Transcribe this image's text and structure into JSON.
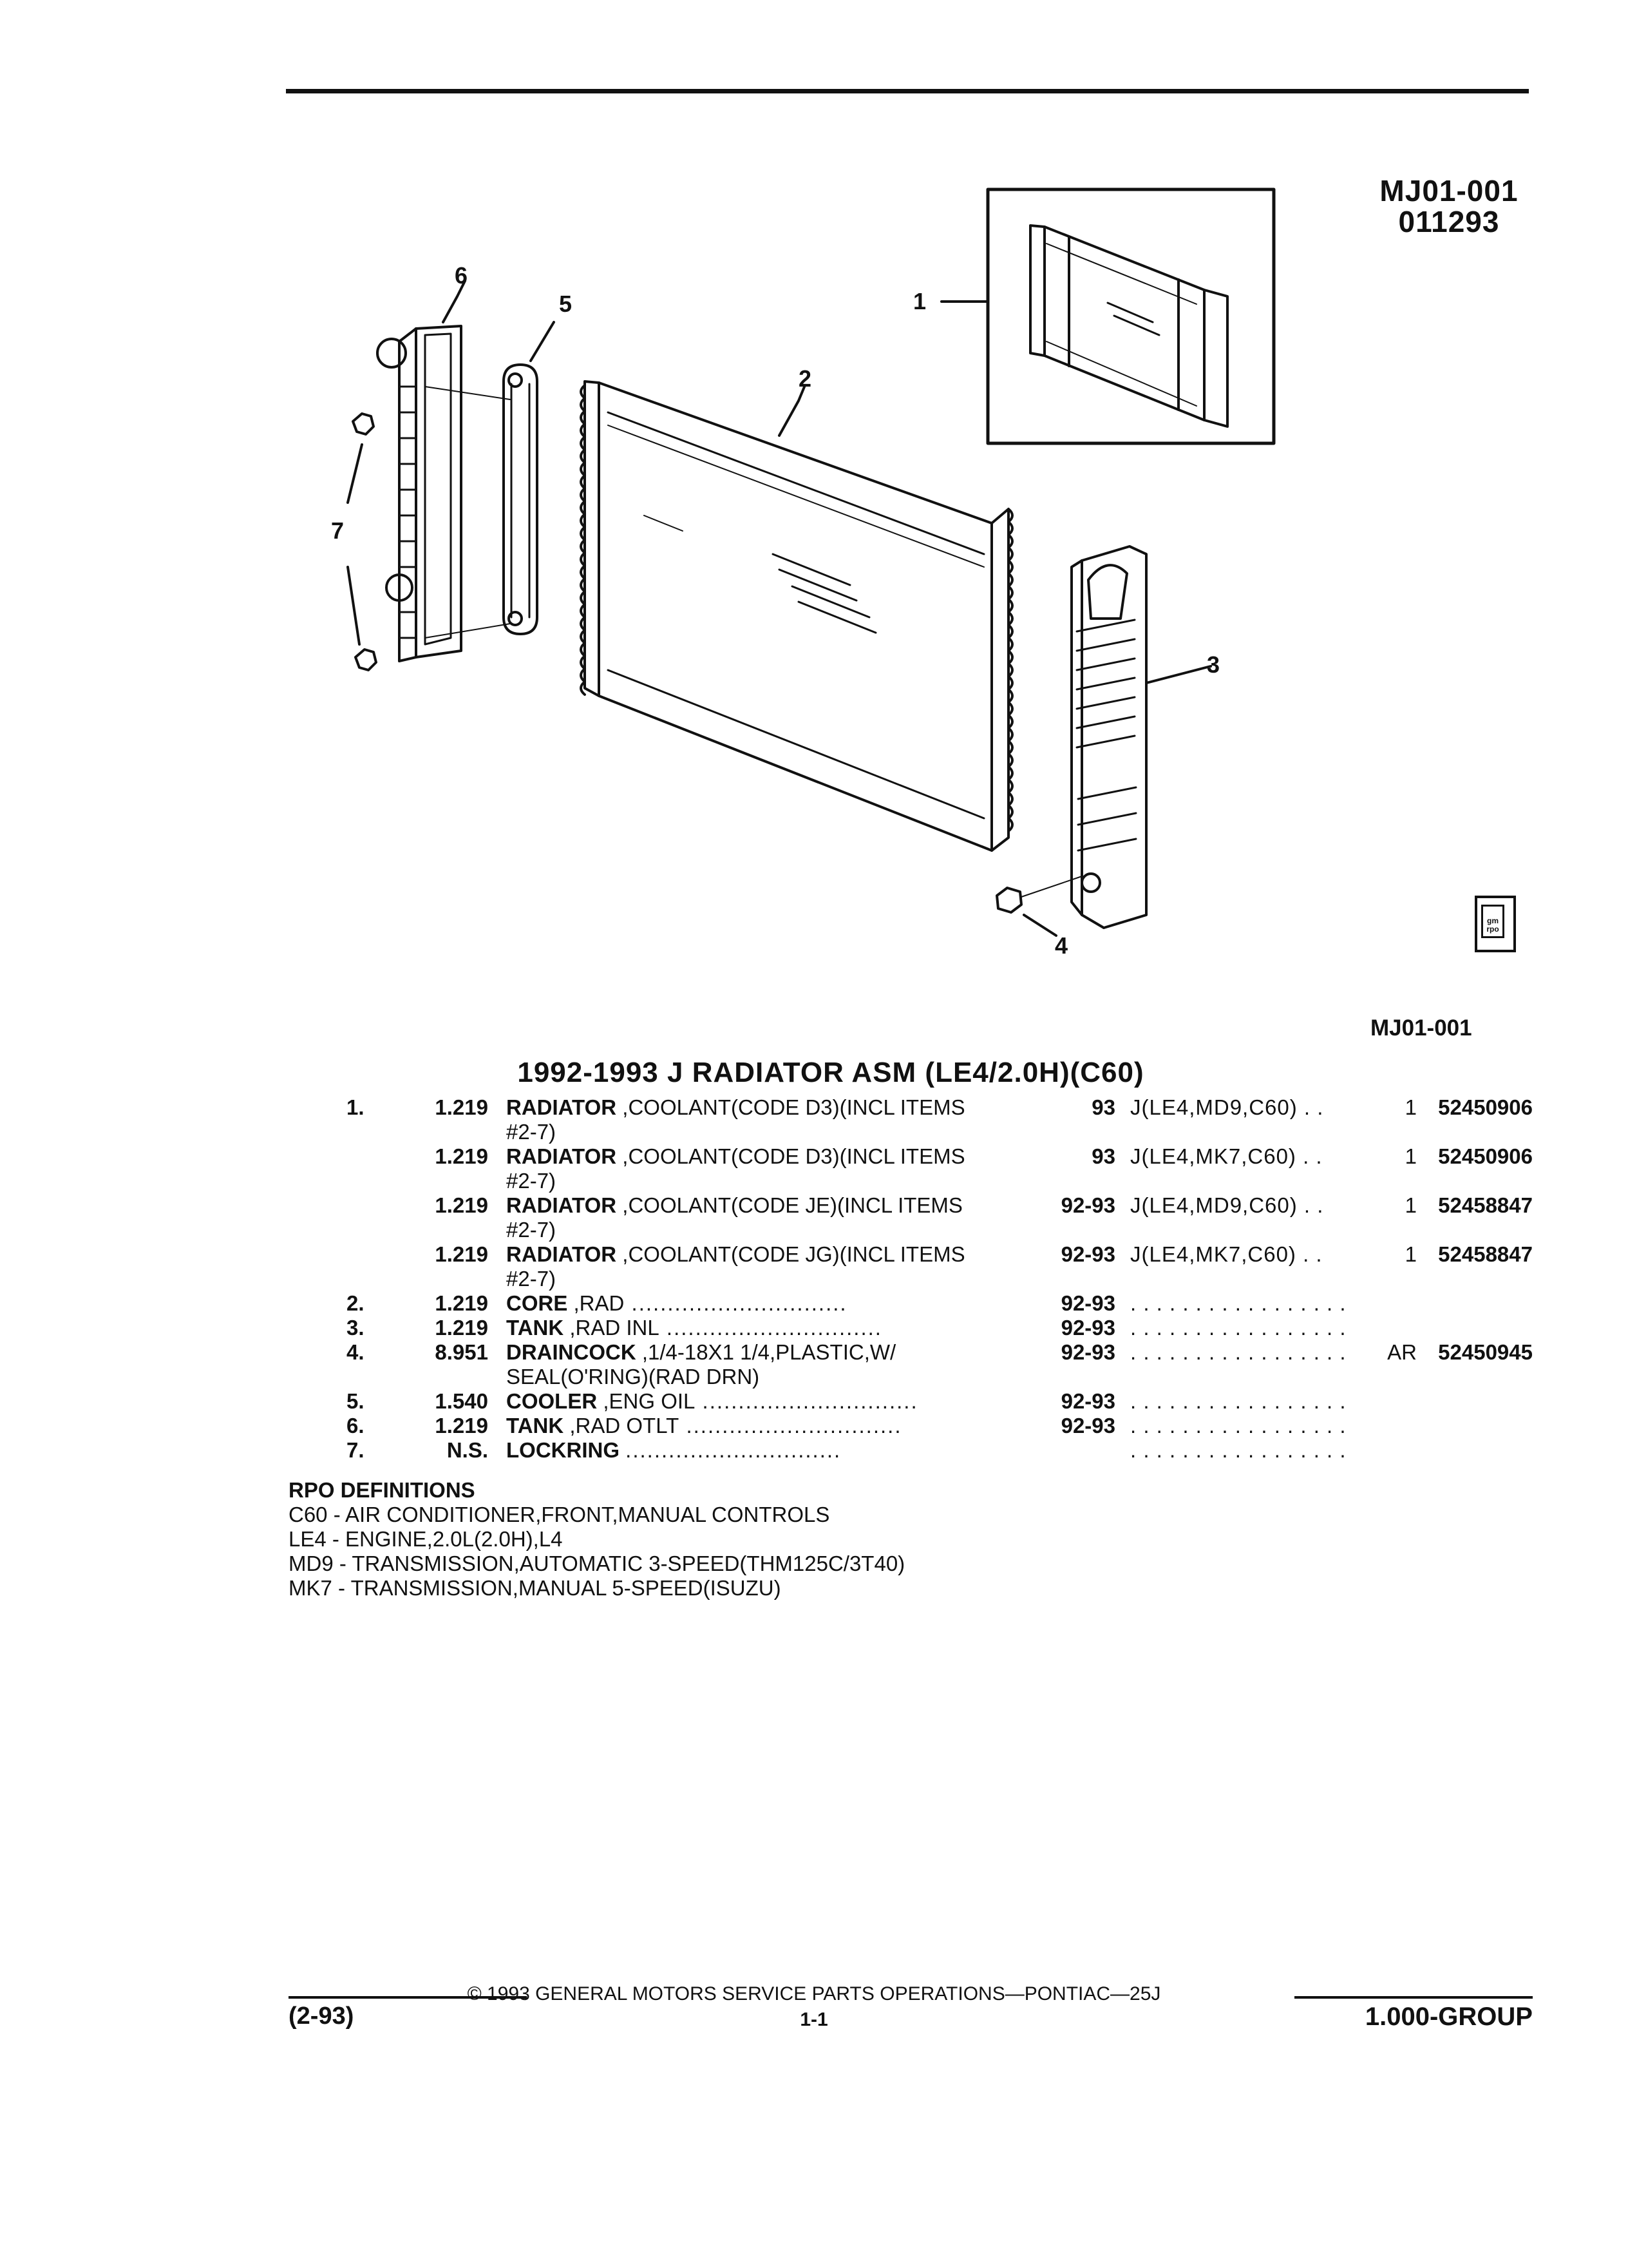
{
  "header": {
    "ref_code": "MJ01-001",
    "ref_date": "011293",
    "ref_code_lower": "MJ01-001",
    "badge_text": "gm\nrpo"
  },
  "diagram": {
    "callouts": [
      "1",
      "2",
      "3",
      "4",
      "5",
      "6",
      "7"
    ]
  },
  "title": "1992-1993 J RADIATOR ASM (LE4/2.0H)(C60)",
  "parts": [
    {
      "item": "1.",
      "qty": "1.219",
      "name": "RADIATOR",
      "desc": ",COOLANT(CODE D3)(INCL ITEMS",
      "desc2": "#2-7)",
      "years": "93",
      "models": "J(LE4,MD9,C60)  . .",
      "count": "1",
      "part_no": "52450906"
    },
    {
      "item": "",
      "qty": "1.219",
      "name": "RADIATOR",
      "desc": ",COOLANT(CODE D3)(INCL ITEMS",
      "desc2": "#2-7)",
      "years": "93",
      "models": "J(LE4,MK7,C60)  . .",
      "count": "1",
      "part_no": "52450906"
    },
    {
      "item": "",
      "qty": "1.219",
      "name": "RADIATOR",
      "desc": ",COOLANT(CODE JE)(INCL ITEMS",
      "desc2": "#2-7)",
      "years": "92-93",
      "models": "J(LE4,MD9,C60)  . .",
      "count": "1",
      "part_no": "52458847"
    },
    {
      "item": "",
      "qty": "1.219",
      "name": "RADIATOR",
      "desc": ",COOLANT(CODE JG)(INCL ITEMS",
      "desc2": "#2-7)",
      "years": "92-93",
      "models": "J(LE4,MK7,C60)  . .",
      "count": "1",
      "part_no": "52458847"
    },
    {
      "item": "2.",
      "qty": "1.219",
      "name": "CORE",
      "desc": ",RAD",
      "desc2": "",
      "years": "92-93",
      "models": ". . . . . . . . . . . . . . . . .",
      "count": "",
      "part_no": ""
    },
    {
      "item": "3.",
      "qty": "1.219",
      "name": "TANK",
      "desc": ",RAD INL",
      "desc2": "",
      "years": "92-93",
      "models": ". . . . . . . . . . . . . . . . .",
      "count": "",
      "part_no": ""
    },
    {
      "item": "4.",
      "qty": "8.951",
      "name": "DRAINCOCK",
      "desc": ",1/4-18X1 1/4,PLASTIC,W/",
      "desc2": "SEAL(O'RING)(RAD DRN)",
      "years": "92-93",
      "models": ". . . . . . . . . . . . . . . . .",
      "count": "AR",
      "part_no": "52450945"
    },
    {
      "item": "5.",
      "qty": "1.540",
      "name": "COOLER",
      "desc": ",ENG OIL",
      "desc2": "",
      "years": "92-93",
      "models": ". . . . . . . . . . . . . . . . .",
      "count": "",
      "part_no": ""
    },
    {
      "item": "6.",
      "qty": "1.219",
      "name": "TANK",
      "desc": ",RAD OTLT",
      "desc2": "",
      "years": "92-93",
      "models": ". . . . . . . . . . . . . . . . .",
      "count": "",
      "part_no": ""
    },
    {
      "item": "7.",
      "qty": "N.S.",
      "name": "LOCKRING",
      "desc": "",
      "desc2": "",
      "years": "",
      "models": ". . . . . . . . . . . . . . . . .",
      "count": "",
      "part_no": ""
    }
  ],
  "rpo": {
    "heading": "RPO DEFINITIONS",
    "lines": [
      "C60 - AIR CONDITIONER,FRONT,MANUAL CONTROLS",
      "LE4 - ENGINE,2.0L(2.0H),L4",
      "MD9 - TRANSMISSION,AUTOMATIC 3-SPEED(THM125C/3T40)",
      "MK7 - TRANSMISSION,MANUAL 5-SPEED(ISUZU)"
    ]
  },
  "footer": {
    "copyright": "©  1993  GENERAL MOTORS SERVICE PARTS OPERATIONS—PONTIAC—25J",
    "left": "(2-93)",
    "page": "1-1",
    "right": "1.000-GROUP"
  }
}
